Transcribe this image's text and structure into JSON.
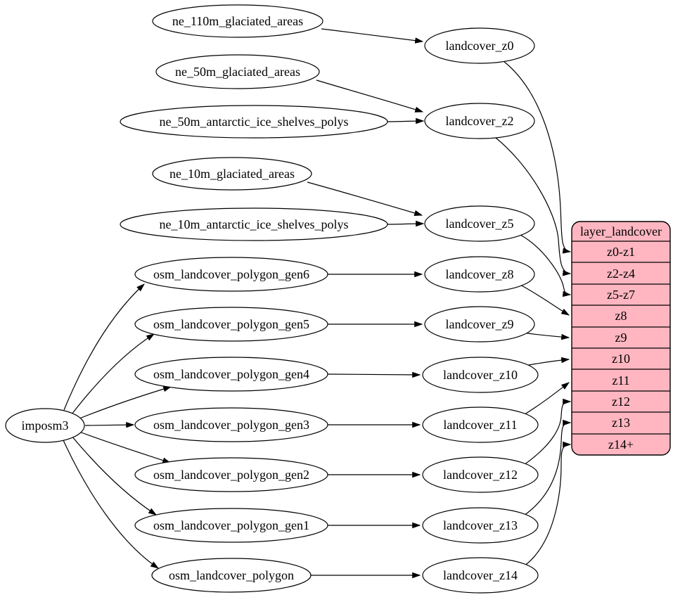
{
  "colors": {
    "background": "#ffffff",
    "edge": "#000000",
    "node_fill": "#ffffff",
    "node_stroke": "#000000",
    "text": "#000000",
    "table_fill": "#ffb6c1"
  },
  "nodes": {
    "importer": {
      "label": "imposm3"
    },
    "sources": [
      {
        "label": "ne_110m_glaciated_areas"
      },
      {
        "label": "ne_50m_glaciated_areas"
      },
      {
        "label": "ne_50m_antarctic_ice_shelves_polys"
      },
      {
        "label": "ne_10m_glaciated_areas"
      },
      {
        "label": "ne_10m_antarctic_ice_shelves_polys"
      },
      {
        "label": "osm_landcover_polygon_gen6"
      },
      {
        "label": "osm_landcover_polygon_gen5"
      },
      {
        "label": "osm_landcover_polygon_gen4"
      },
      {
        "label": "osm_landcover_polygon_gen3"
      },
      {
        "label": "osm_landcover_polygon_gen2"
      },
      {
        "label": "osm_landcover_polygon_gen1"
      },
      {
        "label": "osm_landcover_polygon"
      }
    ],
    "intermediates": [
      {
        "label": "landcover_z0"
      },
      {
        "label": "landcover_z2"
      },
      {
        "label": "landcover_z5"
      },
      {
        "label": "landcover_z8"
      },
      {
        "label": "landcover_z9"
      },
      {
        "label": "landcover_z10"
      },
      {
        "label": "landcover_z11"
      },
      {
        "label": "landcover_z12"
      },
      {
        "label": "landcover_z13"
      },
      {
        "label": "landcover_z14"
      }
    ],
    "layer_table": {
      "title": "layer_landcover",
      "rows": [
        "z0-z1",
        "z2-z4",
        "z5-z7",
        "z8",
        "z9",
        "z10",
        "z11",
        "z12",
        "z13",
        "z14+"
      ]
    }
  },
  "edges": [
    {
      "from": "imposm3",
      "to": "osm_landcover_polygon_gen6"
    },
    {
      "from": "imposm3",
      "to": "osm_landcover_polygon_gen5"
    },
    {
      "from": "imposm3",
      "to": "osm_landcover_polygon_gen4"
    },
    {
      "from": "imposm3",
      "to": "osm_landcover_polygon_gen3"
    },
    {
      "from": "imposm3",
      "to": "osm_landcover_polygon_gen2"
    },
    {
      "from": "imposm3",
      "to": "osm_landcover_polygon_gen1"
    },
    {
      "from": "imposm3",
      "to": "osm_landcover_polygon"
    },
    {
      "from": "ne_110m_glaciated_areas",
      "to": "landcover_z0"
    },
    {
      "from": "ne_50m_glaciated_areas",
      "to": "landcover_z2"
    },
    {
      "from": "ne_50m_antarctic_ice_shelves_polys",
      "to": "landcover_z2"
    },
    {
      "from": "ne_10m_glaciated_areas",
      "to": "landcover_z5"
    },
    {
      "from": "ne_10m_antarctic_ice_shelves_polys",
      "to": "landcover_z5"
    },
    {
      "from": "osm_landcover_polygon_gen6",
      "to": "landcover_z8"
    },
    {
      "from": "osm_landcover_polygon_gen5",
      "to": "landcover_z9"
    },
    {
      "from": "osm_landcover_polygon_gen4",
      "to": "landcover_z10"
    },
    {
      "from": "osm_landcover_polygon_gen3",
      "to": "landcover_z11"
    },
    {
      "from": "osm_landcover_polygon_gen2",
      "to": "landcover_z12"
    },
    {
      "from": "osm_landcover_polygon_gen1",
      "to": "landcover_z13"
    },
    {
      "from": "osm_landcover_polygon",
      "to": "landcover_z14"
    },
    {
      "from": "landcover_z0",
      "to": "layer_landcover.z0-z1"
    },
    {
      "from": "landcover_z2",
      "to": "layer_landcover.z2-z4"
    },
    {
      "from": "landcover_z5",
      "to": "layer_landcover.z5-z7"
    },
    {
      "from": "landcover_z8",
      "to": "layer_landcover.z8"
    },
    {
      "from": "landcover_z9",
      "to": "layer_landcover.z9"
    },
    {
      "from": "landcover_z10",
      "to": "layer_landcover.z10"
    },
    {
      "from": "landcover_z11",
      "to": "layer_landcover.z11"
    },
    {
      "from": "landcover_z12",
      "to": "layer_landcover.z12"
    },
    {
      "from": "landcover_z13",
      "to": "layer_landcover.z13"
    },
    {
      "from": "landcover_z14",
      "to": "layer_landcover.z14+"
    }
  ]
}
